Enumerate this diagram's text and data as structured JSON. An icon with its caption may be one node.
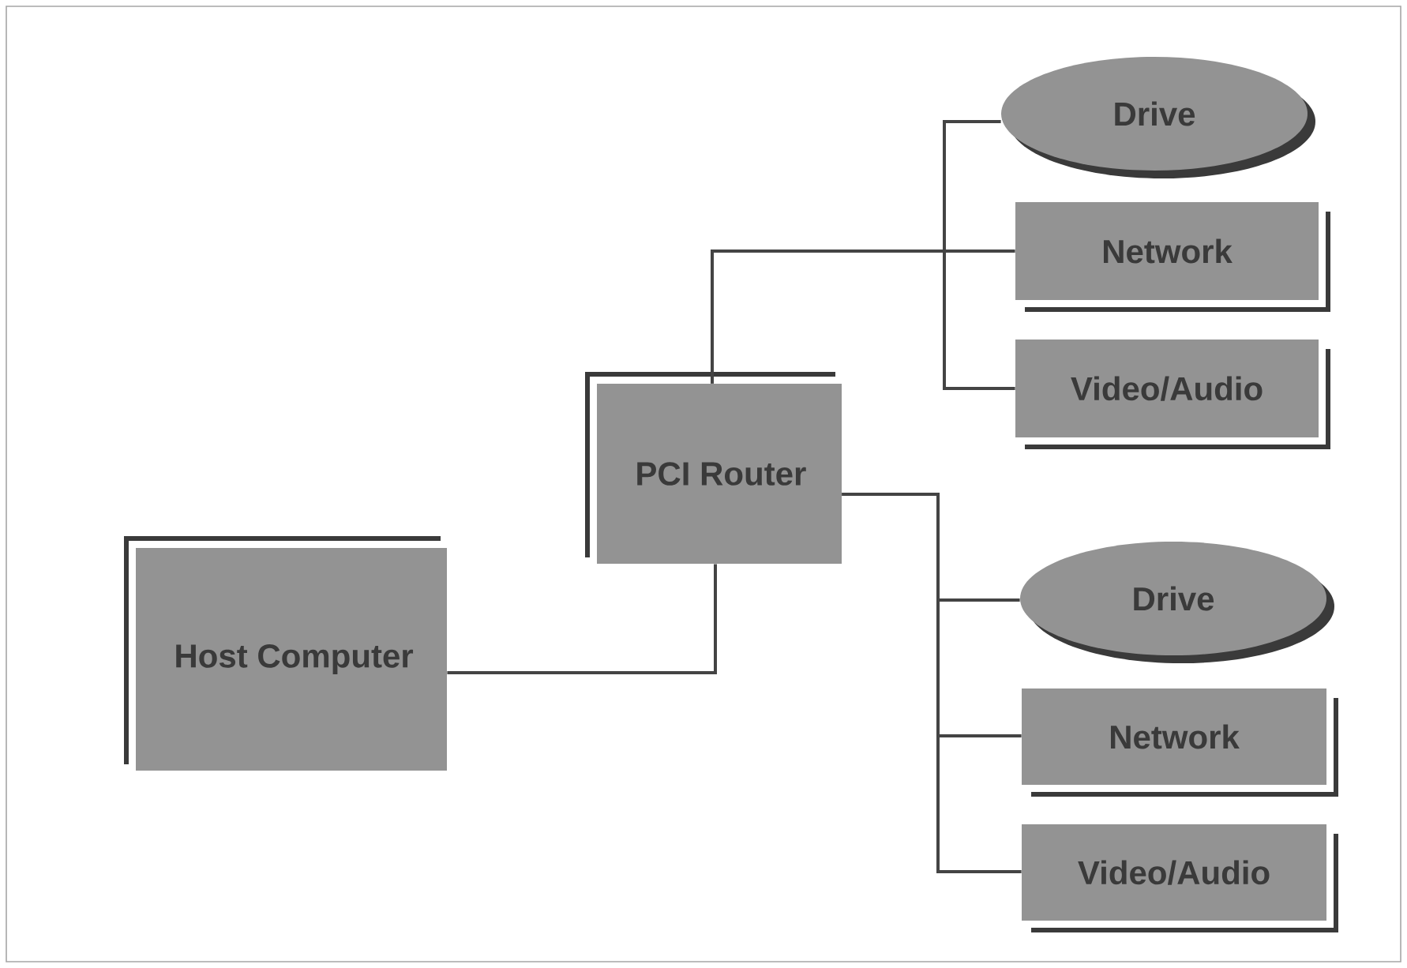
{
  "diagram": {
    "nodes": [
      {
        "text": [
          "Host Computer"
        ]
      },
      {
        "text": [
          "PCI Router"
        ]
      },
      {
        "text": [
          "Drive"
        ]
      },
      {
        "text": [
          "Network"
        ]
      },
      {
        "text": [
          "Video/Audio"
        ]
      },
      {
        "text": [
          "Drive"
        ]
      },
      {
        "text": [
          "Network"
        ]
      },
      {
        "text": [
          "Video/Audio"
        ]
      }
    ],
    "edges": [
      {
        "from": 0,
        "to": 1,
        "arrow": "none"
      },
      {
        "from": 1,
        "to": 2,
        "arrow": "none"
      },
      {
        "from": 1,
        "to": 3,
        "arrow": "none"
      },
      {
        "from": 1,
        "to": 4,
        "arrow": "none"
      },
      {
        "from": 1,
        "to": 5,
        "arrow": "none"
      },
      {
        "from": 1,
        "to": 6,
        "arrow": "none"
      },
      {
        "from": 1,
        "to": 7,
        "arrow": "none"
      }
    ]
  }
}
